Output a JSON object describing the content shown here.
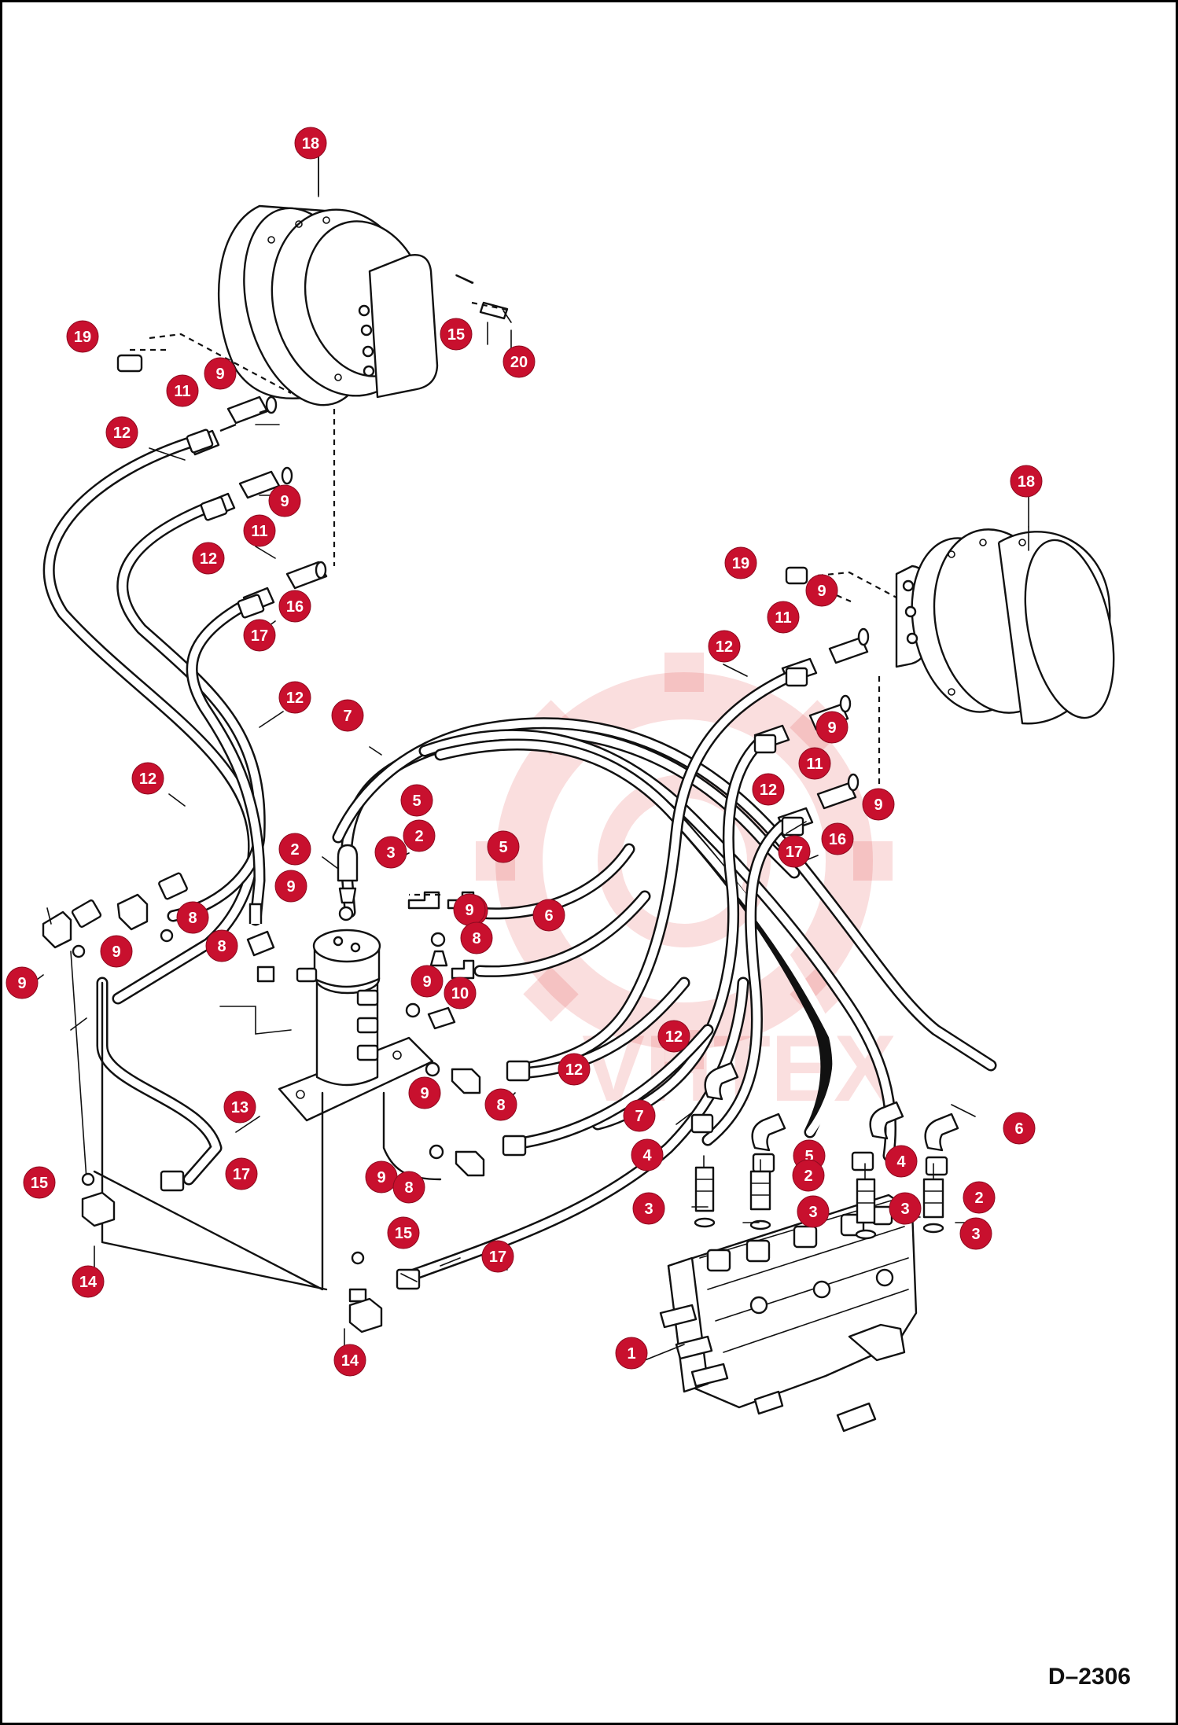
{
  "drawing_code": "D–2306",
  "watermark": {
    "text": "VHTEX"
  },
  "callout_color": "#c8102e",
  "callouts": [
    {
      "label": "18"
    },
    {
      "label": "19"
    },
    {
      "label": "15"
    },
    {
      "label": "20"
    },
    {
      "label": "9"
    },
    {
      "label": "11"
    },
    {
      "label": "12"
    },
    {
      "label": "9"
    },
    {
      "label": "11"
    },
    {
      "label": "12"
    },
    {
      "label": "16"
    },
    {
      "label": "17"
    },
    {
      "label": "12"
    },
    {
      "label": "7"
    },
    {
      "label": "12"
    },
    {
      "label": "5"
    },
    {
      "label": "2"
    },
    {
      "label": "3"
    },
    {
      "label": "2"
    },
    {
      "label": "5"
    },
    {
      "label": "9"
    },
    {
      "label": "8"
    },
    {
      "label": "8"
    },
    {
      "label": "9"
    },
    {
      "label": "9"
    },
    {
      "label": "8"
    },
    {
      "label": "9"
    },
    {
      "label": "6"
    },
    {
      "label": "8"
    },
    {
      "label": "9"
    },
    {
      "label": "10"
    },
    {
      "label": "12"
    },
    {
      "label": "12"
    },
    {
      "label": "9"
    },
    {
      "label": "8"
    },
    {
      "label": "13"
    },
    {
      "label": "17"
    },
    {
      "label": "15"
    },
    {
      "label": "9"
    },
    {
      "label": "8"
    },
    {
      "label": "14"
    },
    {
      "label": "15"
    },
    {
      "label": "17"
    },
    {
      "label": "14"
    },
    {
      "label": "18"
    },
    {
      "label": "19"
    },
    {
      "label": "9"
    },
    {
      "label": "11"
    },
    {
      "label": "12"
    },
    {
      "label": "9"
    },
    {
      "label": "11"
    },
    {
      "label": "12"
    },
    {
      "label": "9"
    },
    {
      "label": "16"
    },
    {
      "label": "17"
    },
    {
      "label": "7"
    },
    {
      "label": "4"
    },
    {
      "label": "5"
    },
    {
      "label": "2"
    },
    {
      "label": "4"
    },
    {
      "label": "6"
    },
    {
      "label": "3"
    },
    {
      "label": "3"
    },
    {
      "label": "3"
    },
    {
      "label": "2"
    },
    {
      "label": "3"
    },
    {
      "label": "1"
    }
  ]
}
